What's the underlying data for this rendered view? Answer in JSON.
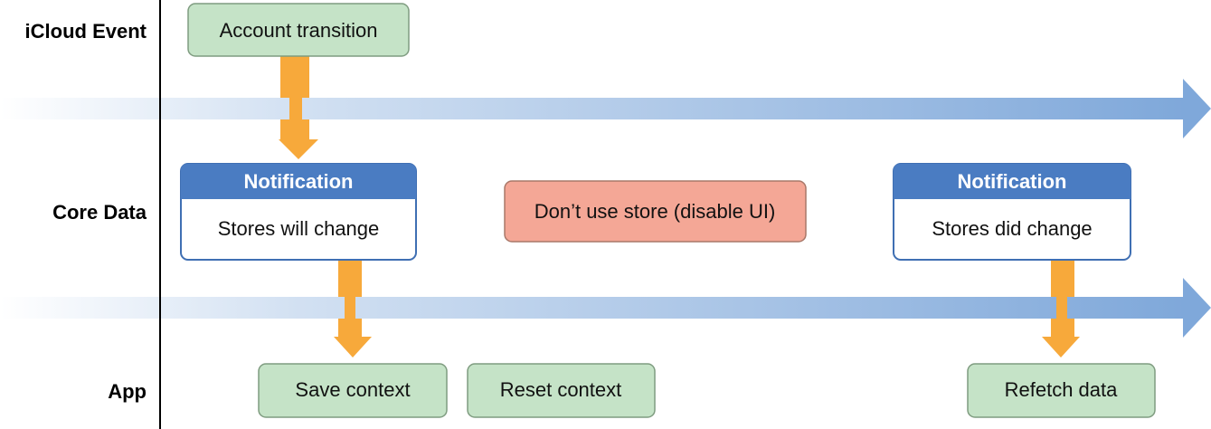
{
  "lanes": {
    "icloud": "iCloud Event",
    "coredata": "Core Data",
    "app": "App"
  },
  "boxes": {
    "account_transition": "Account transition",
    "dont_use_store": "Don’t use store (disable UI)",
    "save_context": "Save context",
    "reset_context": "Reset context",
    "refetch_data": "Refetch data"
  },
  "notifications": {
    "will_change": {
      "header": "Notification",
      "body": "Stores will change"
    },
    "did_change": {
      "header": "Notification",
      "body": "Stores did change"
    }
  },
  "colors": {
    "event_box_fill": "#c5e3c7",
    "event_box_stroke": "#7f9c80",
    "notification_header": "#4a7cc2",
    "notification_border": "#3f6fb3",
    "warning_box_fill": "#f4a796",
    "warning_box_stroke": "#a97869",
    "timeline_arrow": "#7fa8da",
    "flow_arrow": "#f7a93b",
    "divider": "#000000"
  },
  "icons": {
    "timeline": "right-arrow",
    "flow": "down-arrow"
  }
}
